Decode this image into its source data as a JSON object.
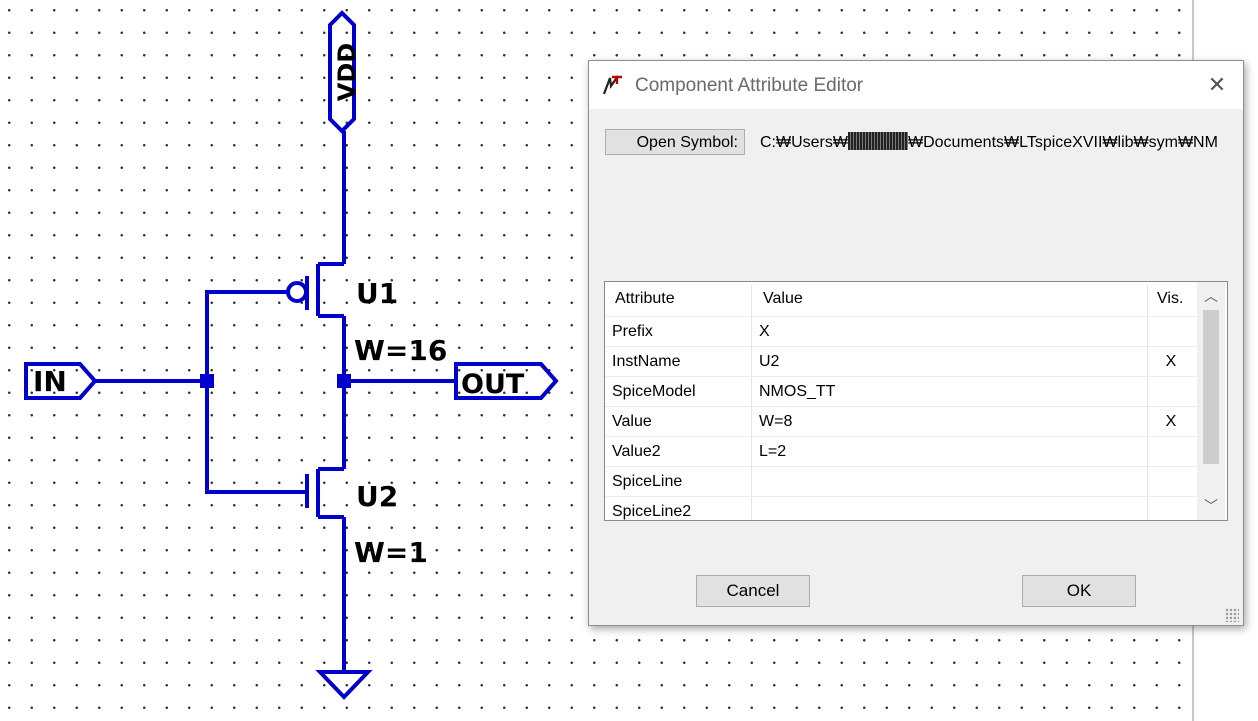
{
  "schematic": {
    "vdd_label": "VDD",
    "in_label": "IN",
    "out_label": "OUT",
    "u1_name": "U1",
    "u1_value": "W=16",
    "u2_name": "U2",
    "u2_value": "W=1",
    "wire_color": "#0000cc"
  },
  "dialog": {
    "title": "Component Attribute Editor",
    "close_glyph": "✕",
    "open_symbol_label": "Open Symbol:",
    "path_prefix": "C:₩Users₩",
    "path_suffix": "₩Documents₩LTspiceXVII₩lib₩sym₩NM",
    "table": {
      "headers": {
        "attribute": "Attribute",
        "value": "Value",
        "vis": "Vis."
      },
      "rows": [
        {
          "attribute": "Prefix",
          "value": "X",
          "vis": ""
        },
        {
          "attribute": "InstName",
          "value": "U2",
          "vis": "X"
        },
        {
          "attribute": "SpiceModel",
          "value": "NMOS_TT",
          "vis": ""
        },
        {
          "attribute": "Value",
          "value": "W=8",
          "vis": "X"
        },
        {
          "attribute": "Value2",
          "value": "L=2",
          "vis": ""
        },
        {
          "attribute": "SpiceLine",
          "value": "",
          "vis": ""
        },
        {
          "attribute": "SpiceLine2",
          "value": "",
          "vis": ""
        }
      ]
    },
    "cancel_label": "Cancel",
    "ok_label": "OK"
  }
}
